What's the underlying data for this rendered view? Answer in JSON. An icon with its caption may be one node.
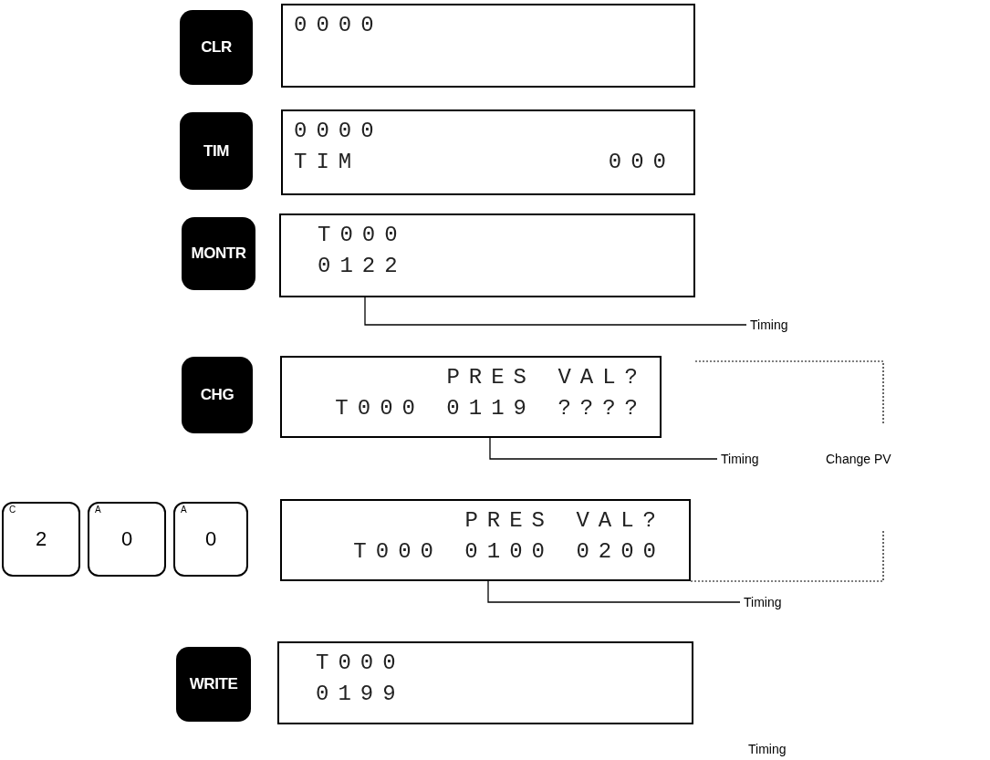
{
  "diagram": {
    "nodes": [
      {
        "text": [
          "CLR"
        ]
      },
      {
        "text": [
          "0000"
        ]
      },
      {
        "text": [
          "TIM"
        ]
      },
      {
        "text": [
          "0000",
          "TIM",
          "000"
        ]
      },
      {
        "text": [
          "MONTR"
        ]
      },
      {
        "text": [
          "T000",
          "0122"
        ]
      },
      {
        "text": [
          "Timing"
        ]
      },
      {
        "text": [
          "CHG"
        ]
      },
      {
        "text": [
          "PRES VAL?",
          "T000 0119 ????"
        ]
      },
      {
        "text": [
          "Timing"
        ]
      },
      {
        "text": [
          "C",
          "2"
        ]
      },
      {
        "text": [
          "A",
          "0"
        ]
      },
      {
        "text": [
          "A",
          "0"
        ]
      },
      {
        "text": [
          "PRES VAL?",
          "T000 0100 0200"
        ]
      },
      {
        "text": [
          "Timing"
        ]
      },
      {
        "text": [
          "WRITE"
        ]
      },
      {
        "text": [
          "T000",
          "0199"
        ]
      }
    ],
    "edges": [
      {
        "from": 6,
        "to": 5,
        "arrow": "none"
      },
      {
        "from": 9,
        "to": 8,
        "arrow": "none"
      },
      {
        "from": 14,
        "to": 13,
        "arrow": "none"
      }
    ],
    "labels": [
      "Change PV",
      "Timing"
    ]
  }
}
